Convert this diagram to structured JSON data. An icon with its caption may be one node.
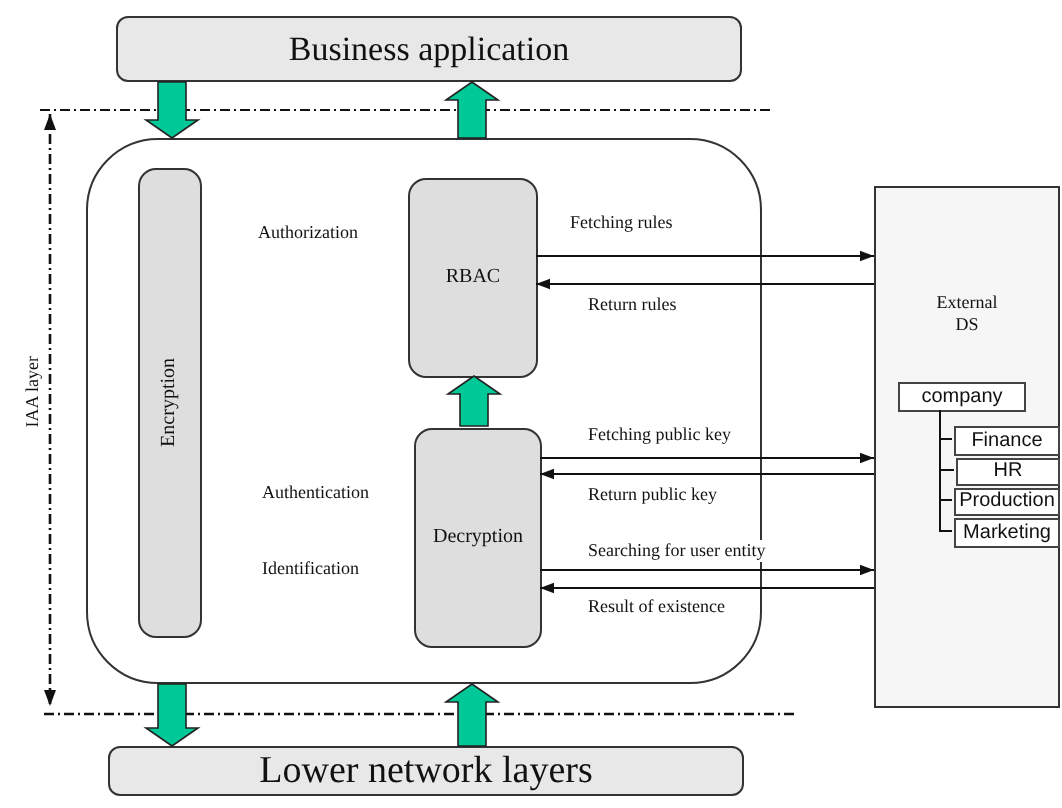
{
  "diagram": {
    "nodes": [
      {
        "text": [
          "Business application"
        ]
      },
      {
        "text": [],
        "shape": "box"
      },
      {
        "text": [
          "Encryption"
        ],
        "in": 1
      },
      {
        "text": [
          "RBAC"
        ],
        "in": 1
      },
      {
        "text": [
          "Decryption"
        ],
        "in": 1
      },
      {
        "text": [
          "External DS"
        ]
      },
      {
        "text": [
          "company"
        ],
        "in": 5
      },
      {
        "text": [
          "Finance"
        ],
        "in": 5
      },
      {
        "text": [
          "HR"
        ],
        "in": 5
      },
      {
        "text": [
          "Production"
        ],
        "in": 5
      },
      {
        "text": [
          "Marketing"
        ],
        "in": 5
      },
      {
        "text": [
          "Lower network layers"
        ]
      }
    ],
    "edges": [
      {
        "from": 0,
        "to": 1,
        "arrow": "to",
        "style": "thick",
        "color": "#00c896"
      },
      {
        "from": 1,
        "to": 0,
        "arrow": "to",
        "style": "thick",
        "color": "#00c896"
      },
      {
        "from": 4,
        "to": 3,
        "arrow": "to",
        "style": "thick",
        "color": "#00c896"
      },
      {
        "from": 1,
        "to": 11,
        "arrow": "to",
        "style": "thick",
        "color": "#00c896"
      },
      {
        "from": 11,
        "to": 1,
        "arrow": "to",
        "style": "thick",
        "color": "#00c896"
      },
      {
        "from": 3,
        "to": 5,
        "arrow": "to",
        "label": "Fetching rules"
      },
      {
        "from": 5,
        "to": 3,
        "arrow": "to",
        "label": "Return rules"
      },
      {
        "from": 4,
        "to": 5,
        "arrow": "to",
        "label": "Fetching public key"
      },
      {
        "from": 5,
        "to": 4,
        "arrow": "to",
        "label": "Return public key"
      },
      {
        "from": 4,
        "to": 5,
        "arrow": "to",
        "label": "Searching for user entity"
      },
      {
        "from": 5,
        "to": 4,
        "arrow": "to",
        "label": "Result of existence"
      },
      {
        "from": 6,
        "to": 7,
        "arrow": "none"
      },
      {
        "from": 6,
        "to": 8,
        "arrow": "none"
      },
      {
        "from": 6,
        "to": 9,
        "arrow": "none"
      },
      {
        "from": 6,
        "to": 10,
        "arrow": "none"
      }
    ],
    "labels": [
      "Authorization",
      "IAA layer",
      "Authentication",
      "Identification"
    ]
  }
}
